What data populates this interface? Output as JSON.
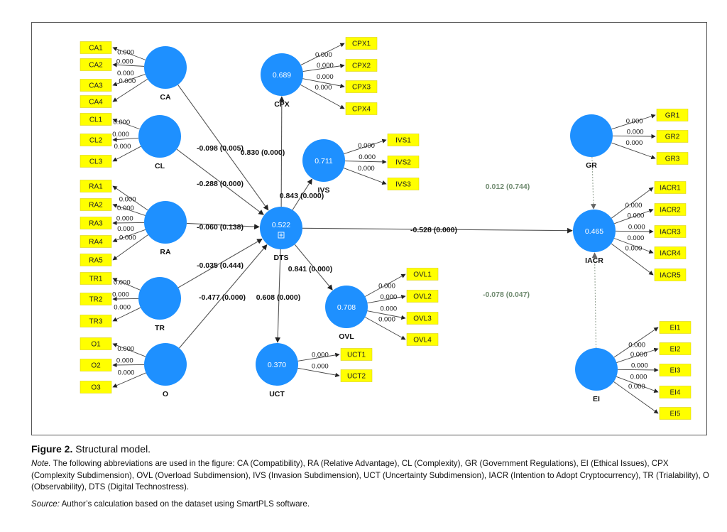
{
  "colors": {
    "construct": "#1e90ff",
    "indicator_fill": "#ffff00",
    "solid_path": "#555555",
    "dotted_path": "#9aa89a",
    "dotted_label": "#6f8a6f"
  },
  "constructs": [
    {
      "id": "CA",
      "label": "CA",
      "r2": ""
    },
    {
      "id": "CL",
      "label": "CL",
      "r2": ""
    },
    {
      "id": "RA",
      "label": "RA",
      "r2": ""
    },
    {
      "id": "TR",
      "label": "TR",
      "r2": ""
    },
    {
      "id": "O",
      "label": "O",
      "r2": ""
    },
    {
      "id": "CPX",
      "label": "CPX",
      "r2": "0.689"
    },
    {
      "id": "IVS",
      "label": "IVS",
      "r2": "0.711"
    },
    {
      "id": "DTS",
      "label": "DTS",
      "r2": "0.522"
    },
    {
      "id": "OVL",
      "label": "OVL",
      "r2": "0.708"
    },
    {
      "id": "UCT",
      "label": "UCT",
      "r2": "0.370"
    },
    {
      "id": "GR",
      "label": "GR",
      "r2": ""
    },
    {
      "id": "IACR",
      "label": "IACR",
      "r2": "0.465"
    },
    {
      "id": "EI",
      "label": "EI",
      "r2": ""
    }
  ],
  "indicators": {
    "CA": [
      {
        "name": "CA1",
        "loading": "0.000"
      },
      {
        "name": "CA2",
        "loading": "0.000"
      },
      {
        "name": "CA3",
        "loading": "0.000"
      },
      {
        "name": "CA4",
        "loading": "0.000"
      }
    ],
    "CL": [
      {
        "name": "CL1",
        "loading": "0.000"
      },
      {
        "name": "CL2",
        "loading": "0.000"
      },
      {
        "name": "CL3",
        "loading": "0.000"
      }
    ],
    "RA": [
      {
        "name": "RA1",
        "loading": "0.000"
      },
      {
        "name": "RA2",
        "loading": "0.000"
      },
      {
        "name": "RA3",
        "loading": "0.000"
      },
      {
        "name": "RA4",
        "loading": "0.000"
      },
      {
        "name": "RA5",
        "loading": "0.000"
      }
    ],
    "TR": [
      {
        "name": "TR1",
        "loading": "0.000"
      },
      {
        "name": "TR2",
        "loading": "0.000"
      },
      {
        "name": "TR3",
        "loading": "0.000"
      }
    ],
    "O": [
      {
        "name": "O1",
        "loading": "0.000"
      },
      {
        "name": "O2",
        "loading": "0.000"
      },
      {
        "name": "O3",
        "loading": "0.000"
      }
    ],
    "CPX": [
      {
        "name": "CPX1",
        "loading": "0.000"
      },
      {
        "name": "CPX2",
        "loading": "0.000"
      },
      {
        "name": "CPX3",
        "loading": "0.000"
      },
      {
        "name": "CPX4",
        "loading": "0.000"
      }
    ],
    "IVS": [
      {
        "name": "IVS1",
        "loading": "0.000"
      },
      {
        "name": "IVS2",
        "loading": "0.000"
      },
      {
        "name": "IVS3",
        "loading": "0.000"
      }
    ],
    "OVL": [
      {
        "name": "OVL1",
        "loading": "0.000"
      },
      {
        "name": "OVL2",
        "loading": "0.000"
      },
      {
        "name": "OVL3",
        "loading": "0.000"
      },
      {
        "name": "OVL4",
        "loading": "0.000"
      }
    ],
    "UCT": [
      {
        "name": "UCT1",
        "loading": "0.000"
      },
      {
        "name": "UCT2",
        "loading": "0.000"
      }
    ],
    "GR": [
      {
        "name": "GR1",
        "loading": "0.000"
      },
      {
        "name": "GR2",
        "loading": "0.000"
      },
      {
        "name": "GR3",
        "loading": "0.000"
      }
    ],
    "IACR": [
      {
        "name": "IACR1",
        "loading": "0.000"
      },
      {
        "name": "IACR2",
        "loading": "0.000"
      },
      {
        "name": "IACR3",
        "loading": "0.000"
      },
      {
        "name": "IACR4",
        "loading": "0.000"
      },
      {
        "name": "IACR5",
        "loading": "0.000"
      }
    ],
    "EI": [
      {
        "name": "EI1",
        "loading": "0.000"
      },
      {
        "name": "EI2",
        "loading": "0.000"
      },
      {
        "name": "EI3",
        "loading": "0.000"
      },
      {
        "name": "EI4",
        "loading": "0.000"
      },
      {
        "name": "EI5",
        "loading": "0.000"
      }
    ]
  },
  "paths": [
    {
      "from": "CA",
      "to": "DTS",
      "label": "-0.098 (0.005)",
      "style": "solid"
    },
    {
      "from": "CL",
      "to": "DTS",
      "label": "-0.288 (0.000)",
      "style": "solid"
    },
    {
      "from": "RA",
      "to": "DTS",
      "label": "-0.060 (0.138)",
      "style": "solid"
    },
    {
      "from": "TR",
      "to": "DTS",
      "label": "-0.035 (0.444)",
      "style": "solid"
    },
    {
      "from": "O",
      "to": "DTS",
      "label": "-0.477 (0.000)",
      "style": "solid"
    },
    {
      "from": "DTS",
      "to": "CPX",
      "label": "0.830 (0.000)",
      "style": "solid"
    },
    {
      "from": "DTS",
      "to": "IVS",
      "label": "0.843 (0.000)",
      "style": "solid"
    },
    {
      "from": "DTS",
      "to": "OVL",
      "label": "0.841 (0.000)",
      "style": "solid"
    },
    {
      "from": "DTS",
      "to": "UCT",
      "label": "0.608 (0.000)",
      "style": "solid"
    },
    {
      "from": "DTS",
      "to": "IACR",
      "label": "-0.528 (0.000)",
      "style": "solid"
    },
    {
      "from": "GR",
      "to": "IACR",
      "label": "0.012 (0.744)",
      "style": "dotted"
    },
    {
      "from": "EI",
      "to": "IACR",
      "label": "-0.078 (0.047)",
      "style": "dotted"
    }
  ],
  "caption": {
    "figure_label": "Figure 2.",
    "figure_title": "Structural model.",
    "note_label": "Note.",
    "note_text": "The following abbreviations are used in the figure: CA (Compatibility), RA (Relative Advantage), CL (Complexity), GR (Government Regulations), EI (Ethical Issues), CPX (Complexity Subdimension), OVL (Overload Subdimension), IVS (Invasion Subdimension), UCT (Uncertainty Subdimension), IACR (Intention to Adopt Cryptocurrency), TR (Trialability), O (Observability), DTS (Digital Technostress).",
    "source_label": "Source:",
    "source_text": "Author’s calculation based on the dataset using SmartPLS software."
  }
}
